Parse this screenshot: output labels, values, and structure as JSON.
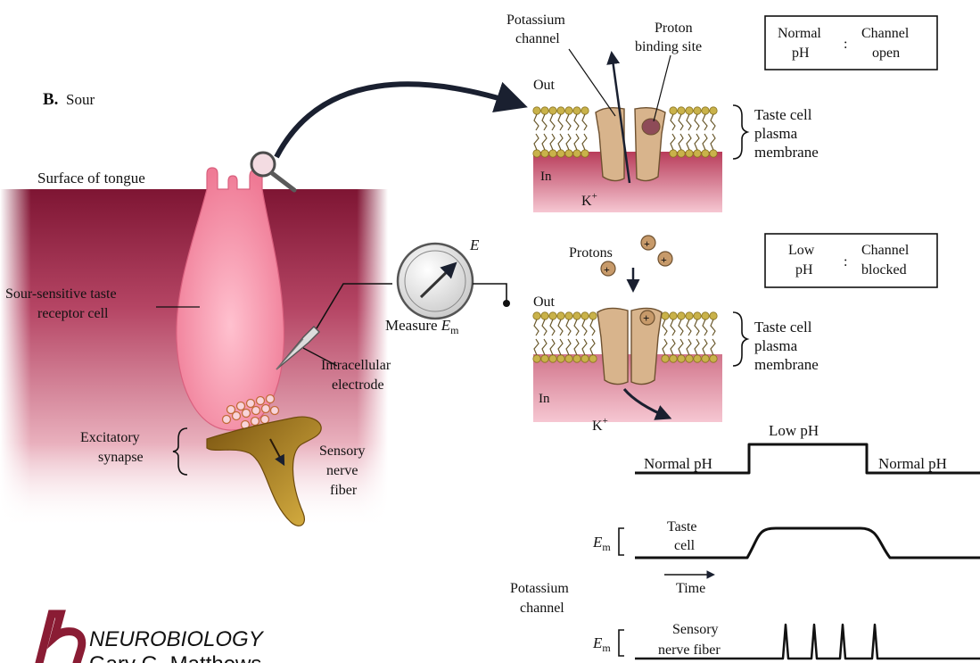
{
  "panel_label": {
    "letter": "B.",
    "title": "Sour"
  },
  "tongue": {
    "surface": "Surface of tongue",
    "cell_line1": "Sour-sensitive taste",
    "cell_line2": "receptor cell",
    "synapse_line1": "Excitatory",
    "synapse_line2": "synapse",
    "nerve_line1": "Sensory",
    "nerve_line2": "nerve",
    "nerve_line3": "fiber"
  },
  "meter": {
    "symbol": "E",
    "measure_prefix": "Measure ",
    "measure_symbol": "E",
    "measure_sub": "m",
    "electrode_line1": "Intracellular",
    "electrode_line2": "electrode"
  },
  "top_channel": {
    "potassium_line1": "Potassium",
    "potassium_line2": "channel",
    "proton_line1": "Proton",
    "proton_line2": "binding site",
    "out": "Out",
    "in": "In",
    "ion": "K",
    "ion_sup": "+",
    "state_left1": "Normal",
    "state_left2": "pH",
    "state_right1": "Channel",
    "state_right2": "open",
    "membrane_line1": "Taste cell",
    "membrane_line2": "plasma",
    "membrane_line3": "membrane"
  },
  "bottom_channel": {
    "protons": "Protons",
    "out": "Out",
    "in": "In",
    "ion": "K",
    "ion_sup": "+",
    "state_left1": "Low",
    "state_left2": "pH",
    "state_right1": "Channel",
    "state_right2": "blocked",
    "membrane_line1": "Taste cell",
    "membrane_line2": "plasma",
    "membrane_line3": "membrane"
  },
  "traces": {
    "low_ph": "Low pH",
    "normal_ph_left": "Normal pH",
    "normal_ph_right": "Normal pH",
    "em_symbol": "E",
    "em_sub": "m",
    "taste_cell_line1": "Taste",
    "taste_cell_line2": "cell",
    "time": "Time",
    "potassium_line1": "Potassium",
    "potassium_line2": "channel",
    "sensory_line1": "Sensory",
    "sensory_line2": "nerve fiber"
  },
  "brand": {
    "title": "NEUROBIOLOGY",
    "author": "Gary G. Matthews"
  },
  "colors": {
    "tissue": "#8e1f3e",
    "cell": "#f07c97",
    "nerve": "#b8861f",
    "channel": "#d8b48c",
    "membrane_head": "#c9b24a"
  }
}
